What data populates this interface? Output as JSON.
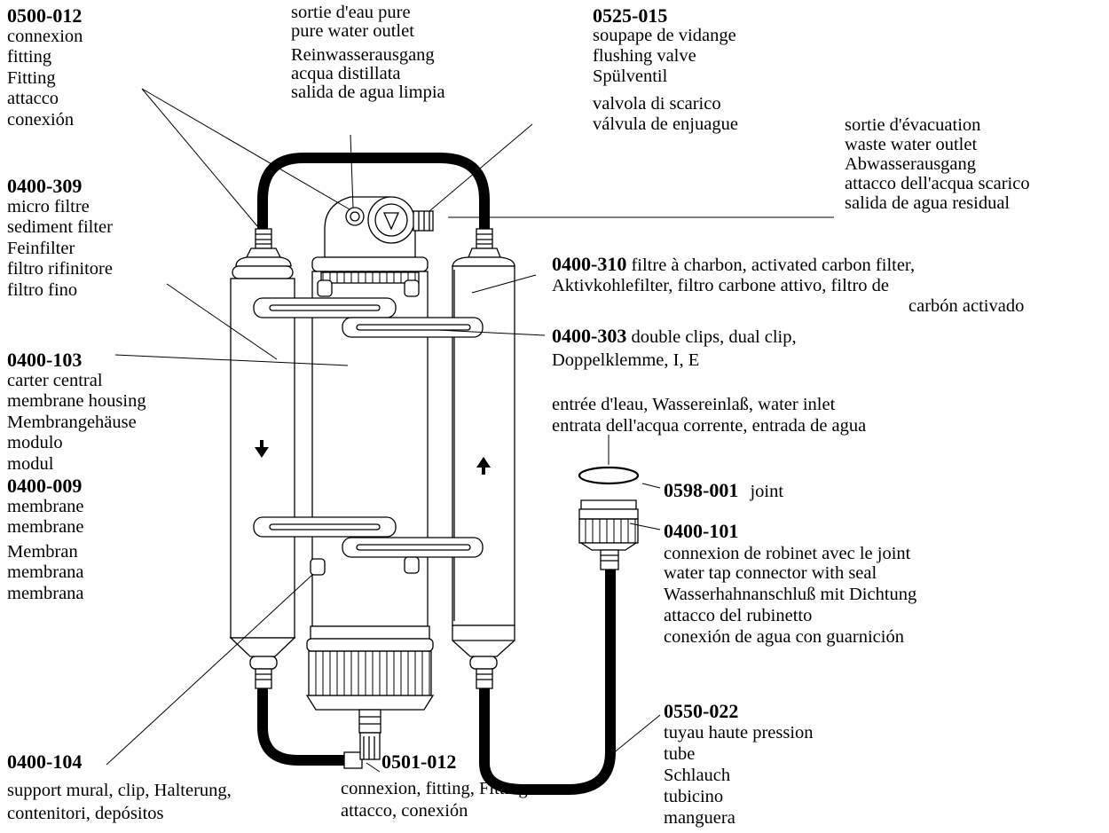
{
  "fitting_top": {
    "code": "0500-012",
    "lines": [
      "connexion",
      "fitting",
      "Fitting",
      "attacco",
      "conexión"
    ]
  },
  "pure_water": {
    "lines": [
      "sortie d'eau pure",
      "pure water outlet",
      "Reinwasserausgang",
      "acqua distillata",
      "salida de agua limpia"
    ]
  },
  "flushing_valve": {
    "code": "0525-015",
    "lines": [
      "soupape de vidange",
      "flushing valve",
      "Spülventil",
      "valvola di scarico",
      "válvula de enjuague"
    ]
  },
  "waste_water": {
    "lines": [
      "sortie d'évacuation",
      "waste water outlet",
      "Abwasserausgang",
      "attacco dell'acqua scarico",
      "salida de agua residual"
    ]
  },
  "micro_filter": {
    "code": "0400-309",
    "lines": [
      "micro filtre",
      "sediment filter",
      "Feinfilter",
      "filtro rifinitore",
      "filtro fino"
    ]
  },
  "carbon_filter": {
    "code": "0400-310",
    "line1": "filtre à charbon, activated carbon filter,",
    "line2": "Aktivkohlefilter, filtro carbone attivo, filtro de",
    "line3": "carbón activado"
  },
  "double_clips": {
    "code": "0400-303",
    "line1": "double clips, dual clip,",
    "line2": "Doppelklemme, I, E"
  },
  "membrane_housing": {
    "code": "0400-103",
    "lines": [
      "carter central",
      "membrane housing",
      "Membrangehäuse",
      "modulo",
      "modul"
    ]
  },
  "membrane": {
    "code": "0400-009",
    "lines": [
      "membrane",
      "membrane",
      "Membran",
      "membrana",
      "membrana"
    ]
  },
  "water_inlet": {
    "line1": "entrée d'leau, Wassereinlaß, water inlet",
    "line2": "entrata dell'acqua corrente, entrada de agua"
  },
  "joint": {
    "code": "0598-001",
    "text": "joint"
  },
  "tap_connector": {
    "code": "0400-101",
    "lines": [
      "connexion de robinet avec le joint",
      "water tap connector with seal",
      "Wasserhahnanschluß mit Dichtung",
      "attacco del rubinetto",
      "conexión de agua con guarnición"
    ]
  },
  "hose": {
    "code": "0550-022",
    "lines": [
      "tuyau haute pression",
      "tube",
      "Schlauch",
      "tubicino",
      "manguera"
    ]
  },
  "wall_mount": {
    "code": "0400-104",
    "line1": "support mural, clip, Halterung,",
    "line2": "contenitori, depósitos"
  },
  "fitting_bottom": {
    "code": "0501-012",
    "line1": "connexion, fitting, Fitting",
    "line2": "attacco, conexión"
  }
}
